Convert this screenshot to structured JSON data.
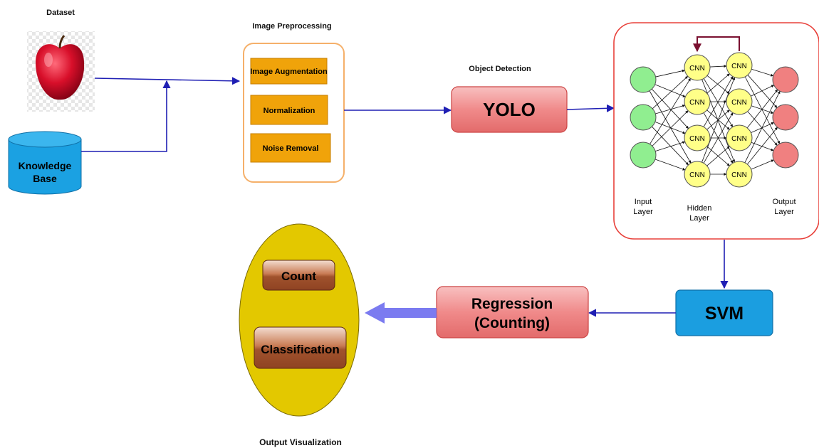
{
  "labels": {
    "dataset": "Dataset",
    "image_preprocessing": "Image Preprocessing",
    "object_detection": "Object Detection",
    "output_visualization": "Output Visualization"
  },
  "knowledge_base": {
    "line1": "Knowledge",
    "line2": "Base"
  },
  "preprocessing_steps": [
    "Image Augmentation",
    "Normalization",
    "Noise Removal"
  ],
  "yolo": "YOLO",
  "network": {
    "cnn": "CNN",
    "input_layer": [
      "Input",
      "Layer"
    ],
    "hidden_layer": [
      "Hidden",
      "Layer"
    ],
    "output_layer": [
      "Output",
      "Layer"
    ]
  },
  "svm": "SVM",
  "regression": {
    "line1": "Regression",
    "line2": "(Counting)"
  },
  "outputs": {
    "count": "Count",
    "classification": "Classification"
  },
  "colors": {
    "arrow": "#1f1fb4",
    "orange_box": "#f0a30a",
    "orange_border": "#f5b06a",
    "knowledge_base": "#1ba1e2",
    "yolo_fill": "#f08080",
    "svm_fill": "#1b9ee0",
    "network_border": "#e8403a",
    "input_node": "#90ee90",
    "cnn_node": "#ffff88",
    "output_node": "#f08080",
    "recurrent_arrow": "#7a1030",
    "ellipse": "#e3c800",
    "brown_button": "#a0522d",
    "big_arrow": "#7b7bf0"
  }
}
